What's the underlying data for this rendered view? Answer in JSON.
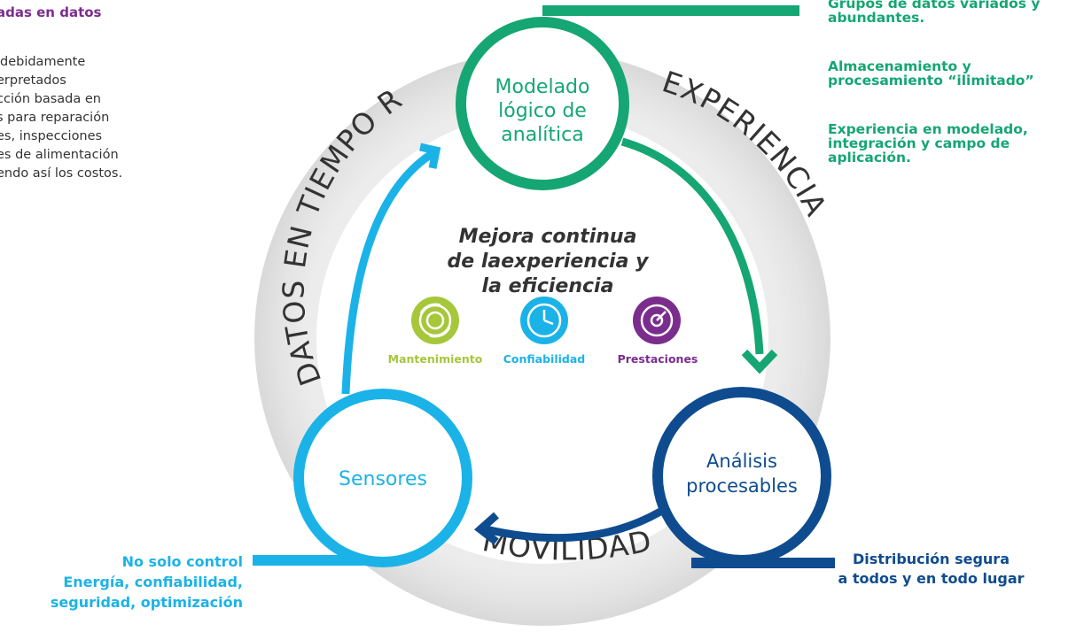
{
  "left_panel": {
    "title": "adas en datos",
    "lines": [
      "debidamente",
      "erpretados",
      "cción basada en",
      "s para reparación",
      "es, inspecciones",
      "es de alimentación",
      "endo así los costos."
    ]
  },
  "right_panel": {
    "items": [
      {
        "lines": [
          "Grupos de datos variados y",
          "abundantes."
        ]
      },
      {
        "lines": [
          "Almacenamiento y",
          "procesamiento “ilimitado”"
        ]
      },
      {
        "lines": [
          "Experiencia en modelado,",
          "integración y campo de",
          "aplicación."
        ]
      }
    ]
  },
  "nodes": {
    "modelado": {
      "lines": [
        "Modelado",
        "lógico de",
        "analítica"
      ],
      "color": "#15a673"
    },
    "analisis": {
      "lines": [
        "Análisis",
        "procesables"
      ],
      "color": "#0f4c8f"
    },
    "sensores": {
      "lines": [
        "Sensores"
      ],
      "color": "#1bb3e7"
    }
  },
  "ring_labels": {
    "datos": "DATOS EN TIEMPO REAL",
    "experiencia": "EXPERIENCIA",
    "movilidad": "MOVILIDAD"
  },
  "center": {
    "lines": [
      "Mejora continua",
      "de laexperiencia y",
      "la eficiencia"
    ]
  },
  "icons": [
    {
      "name": "mantenimiento",
      "label": "Mantenimiento",
      "color": "#a6c73a"
    },
    {
      "name": "confiabilidad",
      "label": "Confiabilidad",
      "color": "#1bb3e7"
    },
    {
      "name": "prestaciones",
      "label": "Prestaciones",
      "color": "#7b2d8e"
    }
  ],
  "bottom_left": {
    "lines": [
      "No solo control",
      "Energía, confiabilidad,",
      "seguridad, optimización"
    ]
  },
  "bottom_right": {
    "lines": [
      "Distribución segura",
      "a todos y en todo lugar"
    ]
  }
}
